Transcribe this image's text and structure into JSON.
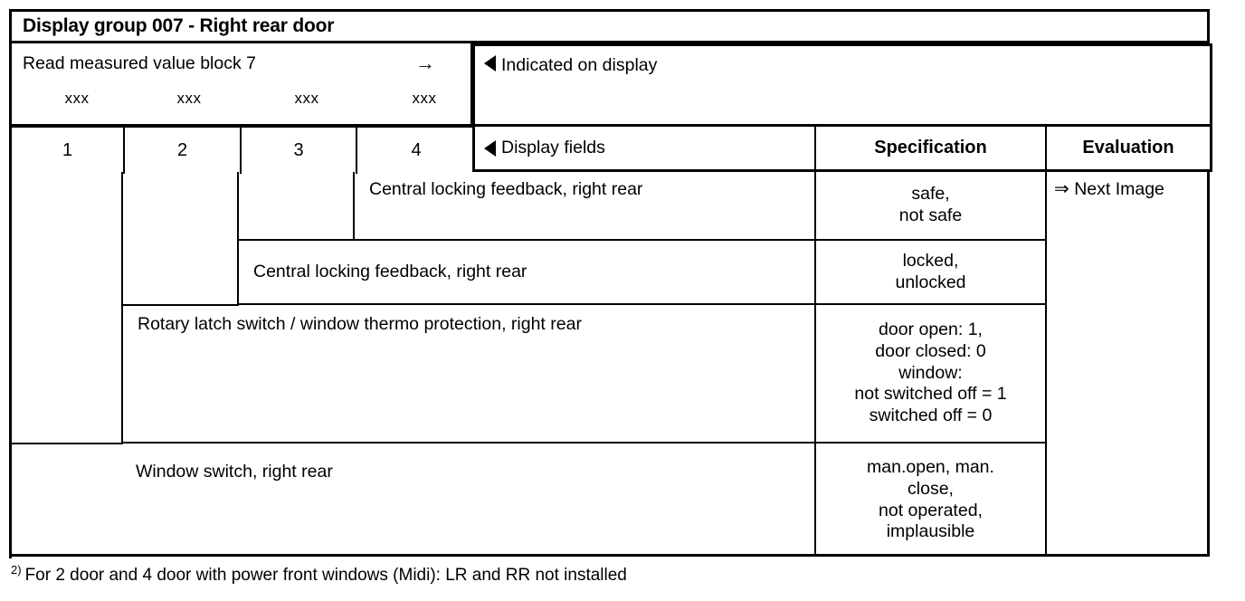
{
  "title_bar": {
    "text": "Display group 007 - Right rear door"
  },
  "read_block": {
    "label": "Read measured value block 7",
    "arrow_icon": "arrow-right",
    "placeholders": [
      "xxx",
      "xxx",
      "xxx",
      "xxx"
    ]
  },
  "markers": {
    "indicated_on_display": {
      "triangle_icon": "triangle-left",
      "label": "Indicated on display"
    },
    "display_fields": {
      "triangle_icon": "triangle-left",
      "label": "Display fields"
    }
  },
  "column_headers": {
    "field_numbers": [
      "1",
      "2",
      "3",
      "4"
    ],
    "specification": "Specification",
    "evaluation": "Evaluation"
  },
  "rows": [
    {
      "field_number": "4",
      "description": "Central locking feedback, right rear",
      "specification": [
        "safe,",
        "not safe"
      ]
    },
    {
      "field_number": "3",
      "description": "Central locking feedback, right rear",
      "specification": [
        "locked,",
        "unlocked"
      ]
    },
    {
      "field_number": "2",
      "description": "Rotary latch switch / window thermo protection, right rear",
      "specification": [
        "door open:  1,",
        "door closed:  0",
        "window:",
        "not switched off = 1",
        "switched off = 0"
      ]
    },
    {
      "field_number": "1",
      "description": "Window switch, right rear",
      "specification": [
        "man.open, man.",
        "close,",
        "not operated,",
        "implausible"
      ]
    }
  ],
  "evaluation": {
    "arrow_icon": "double-arrow-right",
    "arrow_glyph": "⇒",
    "text": "Next Image"
  },
  "footnote": {
    "marker": "2)",
    "text": "For 2 door and 4 door with power front windows (Midi): LR and RR not installed"
  },
  "colors": {
    "ink": "#000000",
    "paper": "#ffffff"
  }
}
